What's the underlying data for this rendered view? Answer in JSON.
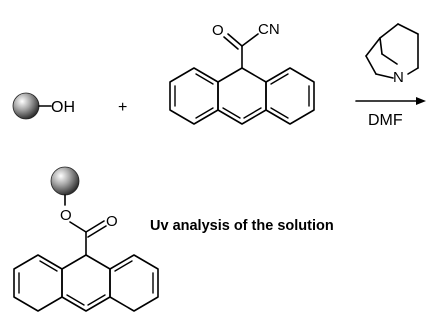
{
  "reactants": {
    "resin_hydroxyl": {
      "label": "OH"
    },
    "plus_sign": "+",
    "acyl_cyanide": {
      "carbonyl_oxygen": "O",
      "cyano_label": "CN"
    }
  },
  "reagent": {
    "base_nitrogen": "N",
    "solvent": "DMF"
  },
  "product": {
    "ester_oxygen": "O",
    "carbonyl_oxygen": "O"
  },
  "caption": "Uv analysis of the solution",
  "colors": {
    "bond": "#000000",
    "bead_highlight": "#ffffff",
    "bead_mid": "#9a9a9a",
    "bead_shadow": "#3a3a3a"
  }
}
